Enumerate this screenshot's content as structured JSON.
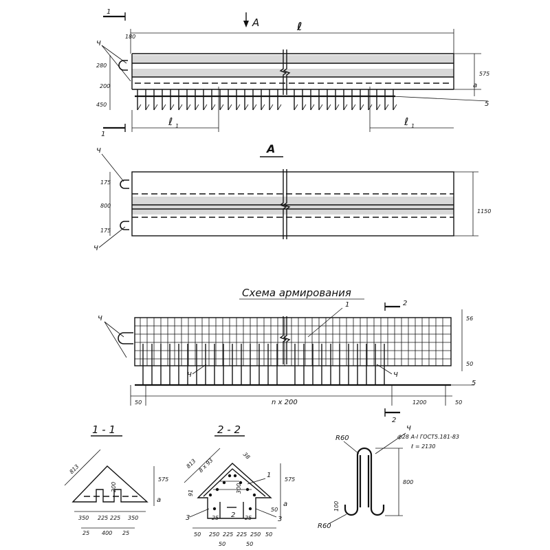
{
  "view_a": {
    "section_mark": "1",
    "view_label": "A",
    "length_label": "ℓ",
    "dim_top": "180",
    "dim_loop": "280",
    "dim_gap": "200",
    "dim_anchor": "450",
    "dim_height": "575",
    "dim_a": "a",
    "part_loop": "Ч",
    "part_anchor": "5",
    "l1_left": "ℓ",
    "l1_right": "ℓ",
    "l1_sub": "1"
  },
  "view_b": {
    "title": "A",
    "dim_edge_top": "175",
    "dim_middle": "800",
    "dim_edge_bottom": "175",
    "dim_total": "1150",
    "part_loop_top": "Ч",
    "part_loop_bottom": "Ч"
  },
  "reinforcement": {
    "title": "Схема армирования",
    "part_mesh": "1",
    "section_mark": "2",
    "part_loop": "Ч",
    "part_loop_mid1": "Ч",
    "part_loop_mid2": "Ч",
    "part_anchor": "5",
    "dim_top": "56",
    "dim_bottom": "50",
    "dim_left": "50",
    "dim_pitch": "n x 200",
    "dim_right": "1200",
    "dim_end": "50"
  },
  "section_1_1": {
    "title": "1 - 1",
    "dim_slope": "813",
    "dim_height": "575",
    "dim_inner": "200",
    "dim_a": "a",
    "bottom_row": [
      "350",
      "225",
      "225",
      "350"
    ],
    "base_row": [
      "25",
      "400",
      "25"
    ]
  },
  "section_2_2": {
    "title": "2 - 2",
    "dim_slope": "813",
    "dim_pitch": "8 x 93",
    "dim_top": "38",
    "dim_side": "91",
    "dim_inner": "300",
    "dim_height": "575",
    "dim_a": "a",
    "dim_50": "50",
    "part_mesh": "1",
    "part_3_left": "3",
    "part_3_right": "3",
    "part_2": "2",
    "row_25": [
      "25",
      "25"
    ],
    "bottom_row": [
      "50",
      "250",
      "225",
      "225",
      "250",
      "50"
    ],
    "base_row": [
      "50",
      "50"
    ]
  },
  "loop_detail": {
    "mark": "Ч",
    "spec": "ф28 А-I ГОСТ5.181-83",
    "length": "ℓ = 2130",
    "radius_top": "R60",
    "radius_bottom": "R60",
    "dim_height": "800",
    "dim_leg": "100"
  }
}
